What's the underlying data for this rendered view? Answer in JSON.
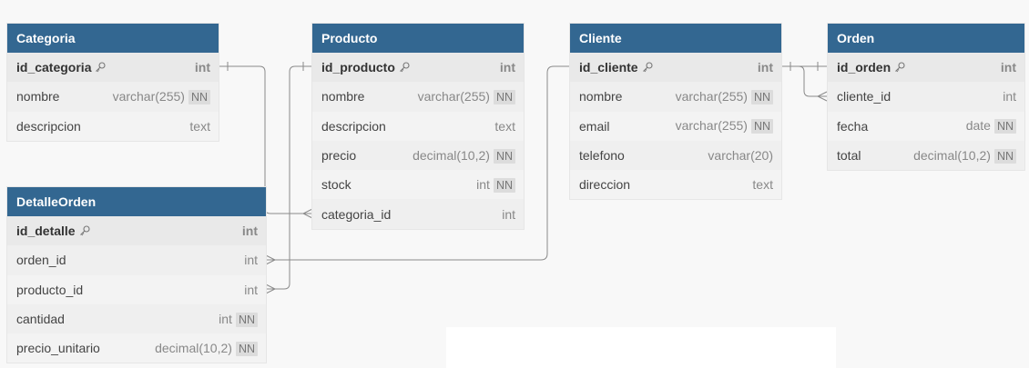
{
  "tables": {
    "categoria": {
      "name": "Categoria",
      "fields": [
        {
          "name": "id_categoria",
          "type": "int",
          "nn": "",
          "pk": true
        },
        {
          "name": "nombre",
          "type": "varchar(255)",
          "nn": "NN",
          "pk": false
        },
        {
          "name": "descripcion",
          "type": "text",
          "nn": "",
          "pk": false
        }
      ]
    },
    "producto": {
      "name": "Producto",
      "fields": [
        {
          "name": "id_producto",
          "type": "int",
          "nn": "",
          "pk": true
        },
        {
          "name": "nombre",
          "type": "varchar(255)",
          "nn": "NN",
          "pk": false
        },
        {
          "name": "descripcion",
          "type": "text",
          "nn": "",
          "pk": false
        },
        {
          "name": "precio",
          "type": "decimal(10,2)",
          "nn": "NN",
          "pk": false
        },
        {
          "name": "stock",
          "type": "int",
          "nn": "NN",
          "pk": false
        },
        {
          "name": "categoria_id",
          "type": "int",
          "nn": "",
          "pk": false
        }
      ]
    },
    "cliente": {
      "name": "Cliente",
      "fields": [
        {
          "name": "id_cliente",
          "type": "int",
          "nn": "",
          "pk": true
        },
        {
          "name": "nombre",
          "type": "varchar(255)",
          "nn": "NN",
          "pk": false
        },
        {
          "name": "email",
          "type": "varchar(255)",
          "nn": "NN",
          "pk": false
        },
        {
          "name": "telefono",
          "type": "varchar(20)",
          "nn": "",
          "pk": false
        },
        {
          "name": "direccion",
          "type": "text",
          "nn": "",
          "pk": false
        }
      ]
    },
    "orden": {
      "name": "Orden",
      "fields": [
        {
          "name": "id_orden",
          "type": "int",
          "nn": "",
          "pk": true
        },
        {
          "name": "cliente_id",
          "type": "int",
          "nn": "",
          "pk": false
        },
        {
          "name": "fecha",
          "type": "date",
          "nn": "NN",
          "pk": false
        },
        {
          "name": "total",
          "type": "decimal(10,2)",
          "nn": "NN",
          "pk": false
        }
      ]
    },
    "detalleorden": {
      "name": "DetalleOrden",
      "fields": [
        {
          "name": "id_detalle",
          "type": "int",
          "nn": "",
          "pk": true
        },
        {
          "name": "orden_id",
          "type": "int",
          "nn": "",
          "pk": false
        },
        {
          "name": "producto_id",
          "type": "int",
          "nn": "",
          "pk": false
        },
        {
          "name": "cantidad",
          "type": "int",
          "nn": "NN",
          "pk": false
        },
        {
          "name": "precio_unitario",
          "type": "decimal(10,2)",
          "nn": "NN",
          "pk": false
        }
      ]
    }
  },
  "relationships": [
    {
      "from": "categoria.id_categoria",
      "to": "producto.categoria_id",
      "from_card": "one",
      "to_card": "many"
    },
    {
      "from": "producto.id_producto",
      "to": "detalleorden.producto_id",
      "from_card": "one",
      "to_card": "many"
    },
    {
      "from": "cliente.id_cliente",
      "to": "orden.cliente_id",
      "from_card": "one",
      "to_card": "many"
    },
    {
      "from": "orden.id_orden",
      "to": "detalleorden.orden_id",
      "from_card": "one",
      "to_card": "many"
    }
  ]
}
